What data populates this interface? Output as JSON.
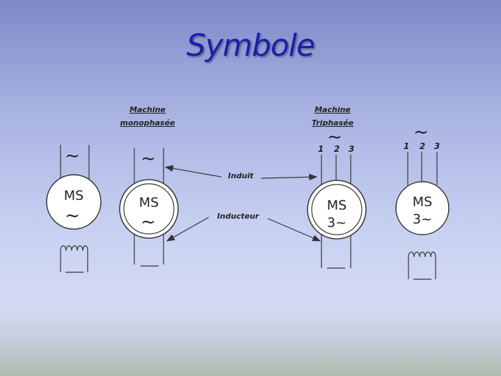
{
  "slide": {
    "title": "Symbole"
  },
  "diagram": {
    "machine_mono": {
      "line1": "Machine",
      "line2": "monophasée"
    },
    "machine_tri": {
      "line1": "Machine",
      "line2": "Triphasée"
    },
    "induit": "Induit",
    "inducteur": "Inducteur",
    "ms_label": "MS",
    "ms3_label": "MS",
    "three_phase": "3~",
    "tilde": "~",
    "terminals": [
      "1",
      "2",
      "3"
    ]
  }
}
